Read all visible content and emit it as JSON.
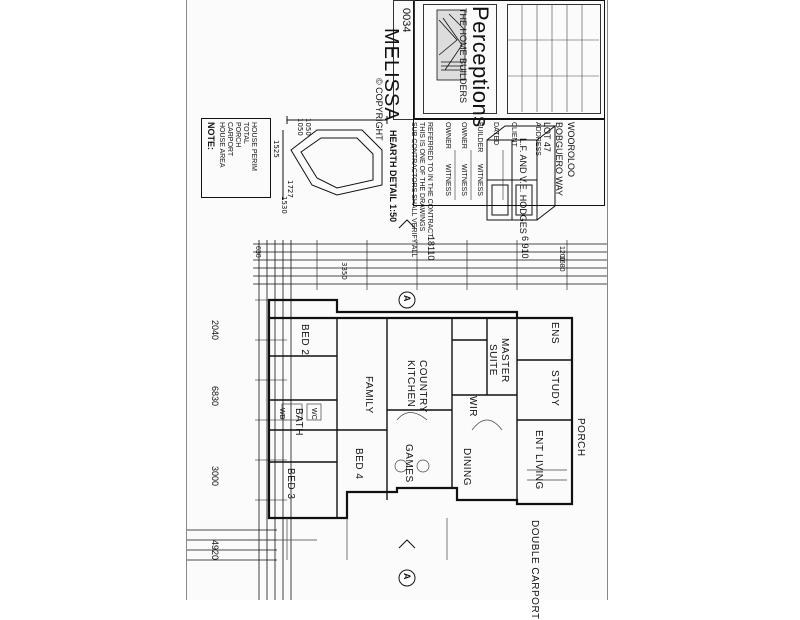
{
  "title_block": {
    "project_name": "MELISSA",
    "copyright": "© COPYRIGHT",
    "drawing_number": "0034",
    "brand": "Perceptions",
    "tagline": "THE HOME BUILDERS",
    "contract_note_1": "THIS IS ONE OF THE DRAWINGS",
    "contract_note_2": "REFERRED TO IN THE CONTRACT",
    "contractor_note": "SUB CONTRACTORS SHALL VERIFY ALL",
    "owner_label": "OWNER",
    "builder_label": "BUILDER",
    "witness_label": "WITNESS",
    "dated_label": "DATED",
    "client_label": "CLIENT",
    "client_name": "L.F. AND V.E. HODGES",
    "address_label": "ADDRESS",
    "lot": "LOT 47",
    "street": "BOBGUERO WAY",
    "suburb": "WOOROLOO"
  },
  "notes": {
    "heading": "NOTE:",
    "lines": [
      "HOUSE AREA",
      "CARPORT",
      "PORCH",
      "TOTAL",
      "HOUSE PERIM"
    ]
  },
  "hearth": {
    "title": "HEARTH DETAIL 1:50",
    "dims": [
      "1050",
      "1050",
      "1525",
      "1530",
      "1727"
    ]
  },
  "dimensions": {
    "overall": "18110",
    "right_top": "6 910",
    "right_a": "1200",
    "right_b": "1680",
    "left_a": "4920",
    "left_b": "3000",
    "left_c": "6830",
    "left_d": "2040",
    "top_a": "630",
    "top_b": "3350"
  },
  "rooms": {
    "bed2": "BED 2",
    "bed3": "BED 3",
    "bed4": "BED 4",
    "bath": "BATH",
    "family": "FAMILY",
    "country_kitchen_1": "COUNTRY",
    "country_kitchen_2": "KITCHEN",
    "games": "GAMES",
    "dining": "DINING",
    "living": "LIVING",
    "wir": "WIR",
    "master_1": "MASTER",
    "master_2": "SUITE",
    "study": "STUDY",
    "ens": "ENS",
    "ent": "ENT",
    "porch": "PORCH",
    "carport": "DOUBLE CARPORT",
    "wb": "WB",
    "wc": "WC"
  },
  "markers": {
    "section": "A"
  }
}
